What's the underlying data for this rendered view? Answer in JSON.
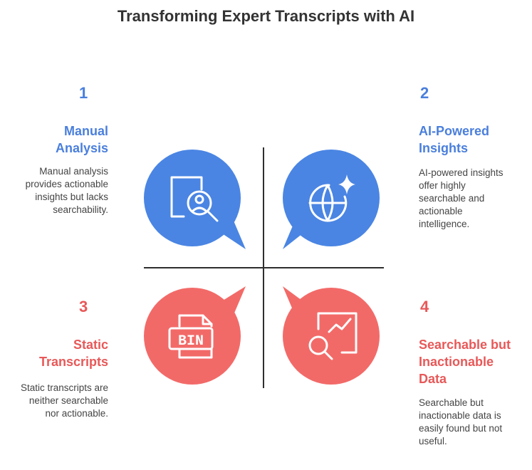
{
  "title": "Transforming Expert Transcripts with AI",
  "colors": {
    "blue": "#4a85e3",
    "red": "#f26a68",
    "line": "#2e2e2e",
    "text": "#444444"
  },
  "quadrants": [
    {
      "number": "1",
      "heading_lines": [
        "Manual",
        "Analysis"
      ],
      "description_lines": [
        "Manual analysis",
        "provides actionable",
        "insights but lacks",
        "searchability."
      ],
      "icon": "document-search-person-icon"
    },
    {
      "number": "2",
      "heading_lines": [
        "AI-Powered",
        "Insights"
      ],
      "description_lines": [
        "AI-powered insights",
        "offer highly",
        "searchable and",
        "actionable",
        "intelligence."
      ],
      "icon": "globe-sparkle-icon"
    },
    {
      "number": "3",
      "heading_lines": [
        "Static",
        "Transcripts"
      ],
      "description_lines": [
        "Static transcripts are",
        "neither searchable",
        "nor actionable."
      ],
      "icon": "bin-file-icon"
    },
    {
      "number": "4",
      "heading_lines": [
        "Searchable but",
        "Inactionable",
        "Data"
      ],
      "description_lines": [
        "Searchable but",
        "inactionable data is",
        "easily found but not",
        "useful."
      ],
      "icon": "chart-search-icon"
    }
  ],
  "bin_label": "BIN"
}
